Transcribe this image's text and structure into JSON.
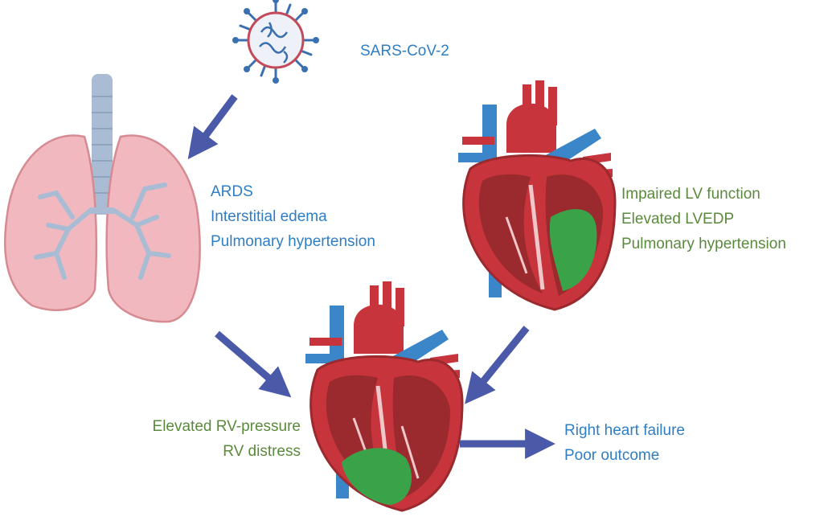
{
  "colors": {
    "blue_text": "#2f7ec4",
    "green_text": "#5a8a3c",
    "arrow": "#4a5aa8",
    "heart_red": "#c8343c",
    "heart_dark": "#9a2a2e",
    "vessel_blue": "#3a86c8",
    "lung_pink": "#f1b9bf",
    "lung_edge": "#d68a92",
    "trachea": "#a9bcd3",
    "lesion_green": "#3aa34a"
  },
  "labels": {
    "virus": "SARS-CoV-2",
    "lung": [
      "ARDS",
      "Interstitial edema",
      "Pulmonary hypertension"
    ],
    "lv": [
      "Impaired LV function",
      "Elevated LVEDP",
      "Pulmonary hypertension"
    ],
    "rv": [
      "Elevated RV-pressure",
      "RV distress"
    ],
    "outcome": [
      "Right heart failure",
      "Poor outcome"
    ]
  },
  "icons": [
    "virus-icon",
    "lungs-icon",
    "heart-lv-icon",
    "heart-rv-icon"
  ]
}
